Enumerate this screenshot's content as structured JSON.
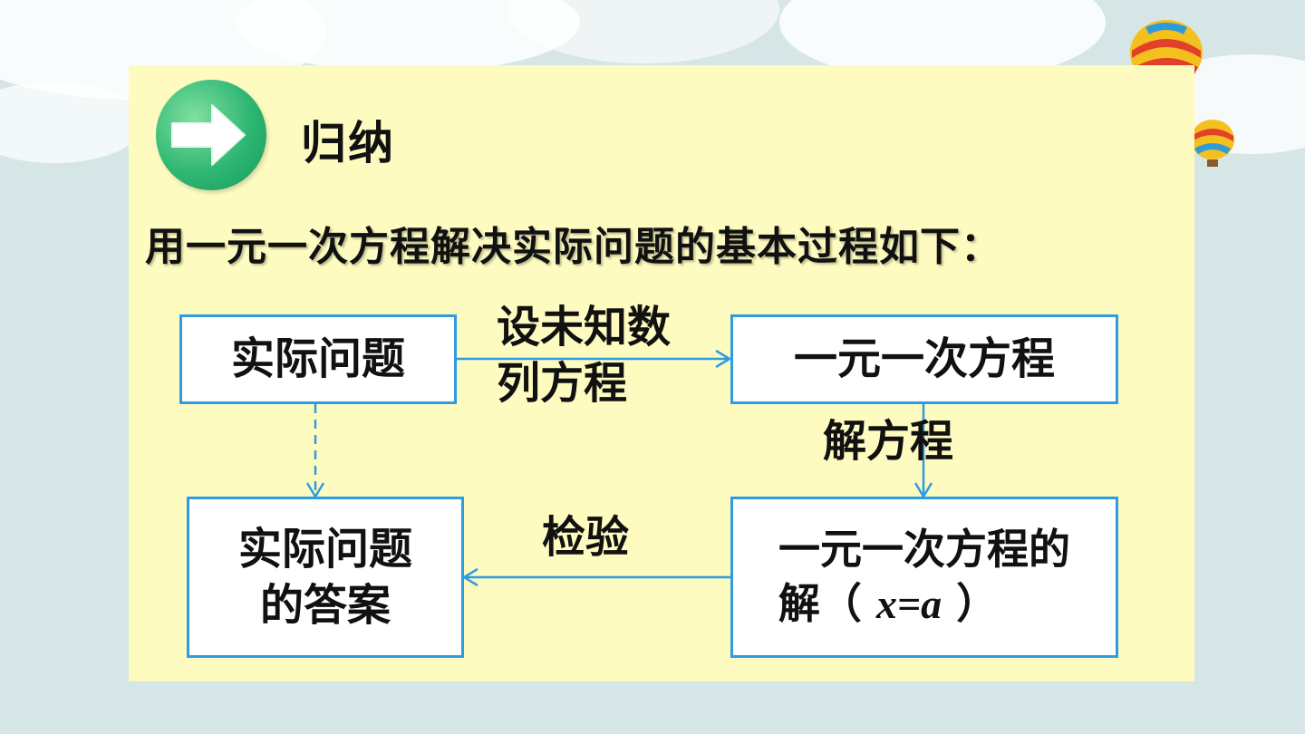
{
  "slide": {
    "heading": "归纳",
    "subtitle": "用一元一次方程解决实际问题的基本过程如下："
  },
  "flow": {
    "box_actual_problem": "实际问题",
    "box_linear_equation": "一元一次方程",
    "box_answer_line1": "实际问题",
    "box_answer_line2": "的答案",
    "box_solution_line1": "一元一次方程的",
    "box_solution_line2_prefix": "解（",
    "box_solution_var": "x=a",
    "box_solution_line2_suffix": "）",
    "step_set_line1": "设未知数",
    "step_set_line2": "列方程",
    "step_solve": "解方程",
    "step_check": "检验"
  },
  "colors": {
    "panel": "#fdfbbf",
    "border": "#2e9be4",
    "icon": "#2fb673"
  },
  "icons": {
    "heading_icon": "arrow-right-icon"
  }
}
